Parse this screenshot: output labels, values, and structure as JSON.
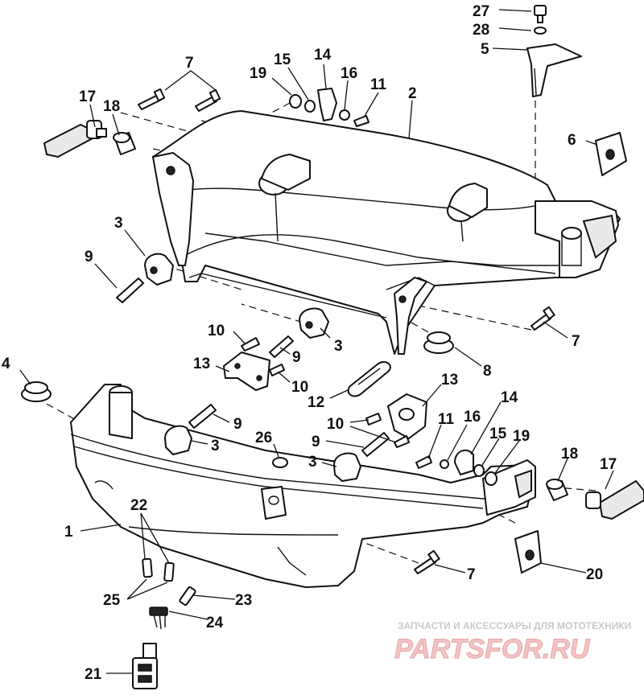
{
  "diagram": {
    "callouts": {
      "c27": "27",
      "c28": "28",
      "c5": "5",
      "c7": "7",
      "c14": "14",
      "c15": "15",
      "c19": "19",
      "c16": "16",
      "c11": "11",
      "c2": "2",
      "c17": "17",
      "c18": "18",
      "c6": "6",
      "c3": "3",
      "c9": "9",
      "c10": "10",
      "c13": "13",
      "c8": "8",
      "c4": "4",
      "c12": "12",
      "c26": "26",
      "c1": "1",
      "c22": "22",
      "c25": "25",
      "c23": "23",
      "c24": "24",
      "c21": "21",
      "c20": "20"
    }
  },
  "watermark": {
    "caption": "ЗАПЧАСТИ И АКСЕССУАРЫ ДЛЯ МОТОТЕХНИКИ",
    "brand": "PARTSFOR.RU"
  }
}
